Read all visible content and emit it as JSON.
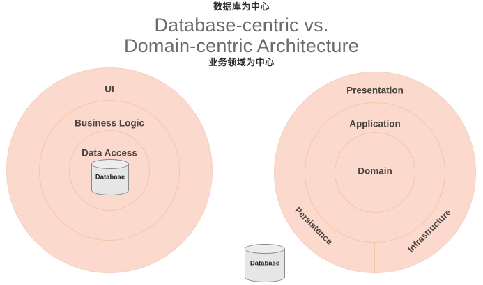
{
  "title": {
    "cn_top": "数据库为中心",
    "line1": "Database-centric vs.",
    "line2": "Domain-centric Architecture",
    "cn_bottom": "业务领域为中心"
  },
  "colors": {
    "ring_fill": "#FBD9CD",
    "ring_stroke": "#F4C6A8",
    "label_text": "#4a4340",
    "title_text": "#6b6b6b",
    "annotation_text": "#2b2b2b",
    "db_fill": "#E6E6E6",
    "db_stroke": "#8a8a8a"
  },
  "left_diagram": {
    "name": "database-centric-architecture",
    "rings": [
      {
        "label": "UI",
        "level": 1
      },
      {
        "label": "Business Logic",
        "level": 2
      },
      {
        "label": "Data Access",
        "level": 3
      }
    ],
    "database": {
      "label": "Database"
    }
  },
  "right_diagram": {
    "name": "domain-centric-architecture",
    "rings": [
      {
        "label": "Presentation",
        "level": 1
      },
      {
        "label": "Application",
        "level": 2
      },
      {
        "label": "Domain",
        "level": 3
      }
    ],
    "sectors": [
      {
        "label": "Persistence",
        "rotation_deg": 45
      },
      {
        "label": "Infrastructure",
        "rotation_deg": -45
      }
    ]
  },
  "external_database": {
    "label": "Database"
  }
}
